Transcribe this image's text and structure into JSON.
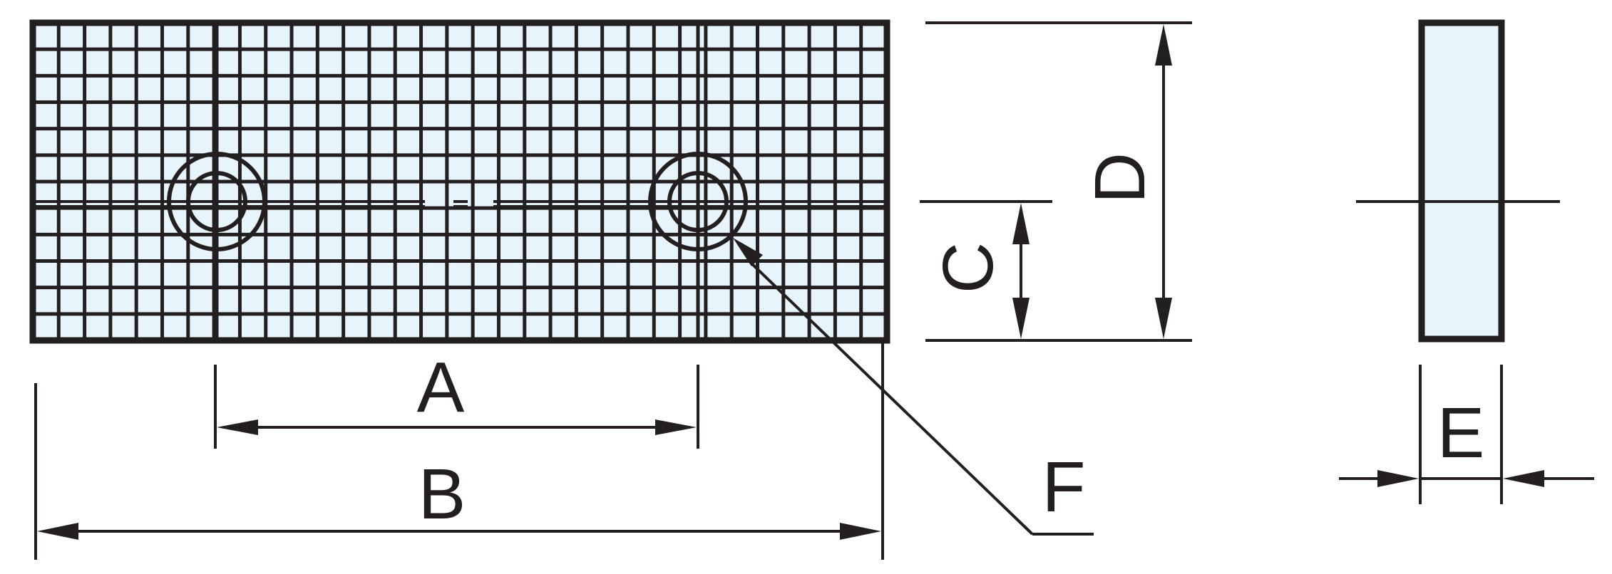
{
  "labels": {
    "a": "A",
    "b": "B",
    "c": "C",
    "d": "D",
    "e": "E",
    "f": "F"
  },
  "grid": {
    "columns": 33,
    "rows": 12
  },
  "colors": {
    "line": "#231f20",
    "fill": "#e8f4fb"
  }
}
